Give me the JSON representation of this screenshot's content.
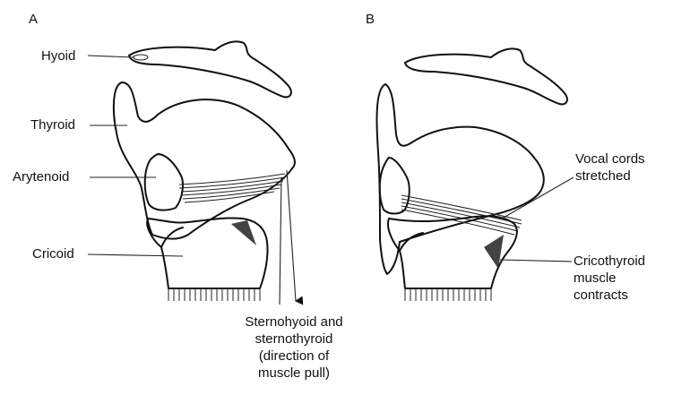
{
  "panels": {
    "a": "A",
    "b": "B"
  },
  "labels": {
    "hyoid": "Hyoid",
    "thyroid": "Thyroid",
    "arytenoid": "Arytenoid",
    "cricoid": "Cricoid",
    "vocal_cords": [
      "Vocal cords",
      "stretched"
    ],
    "cricothyroid": [
      "Cricothyroid",
      "muscle",
      "contracts"
    ],
    "sterno": [
      "Sternohyoid and",
      "sternothyroid",
      "(direction of",
      "muscle pull)"
    ]
  },
  "colors": {
    "line": "#111111",
    "background": "#ffffff"
  }
}
